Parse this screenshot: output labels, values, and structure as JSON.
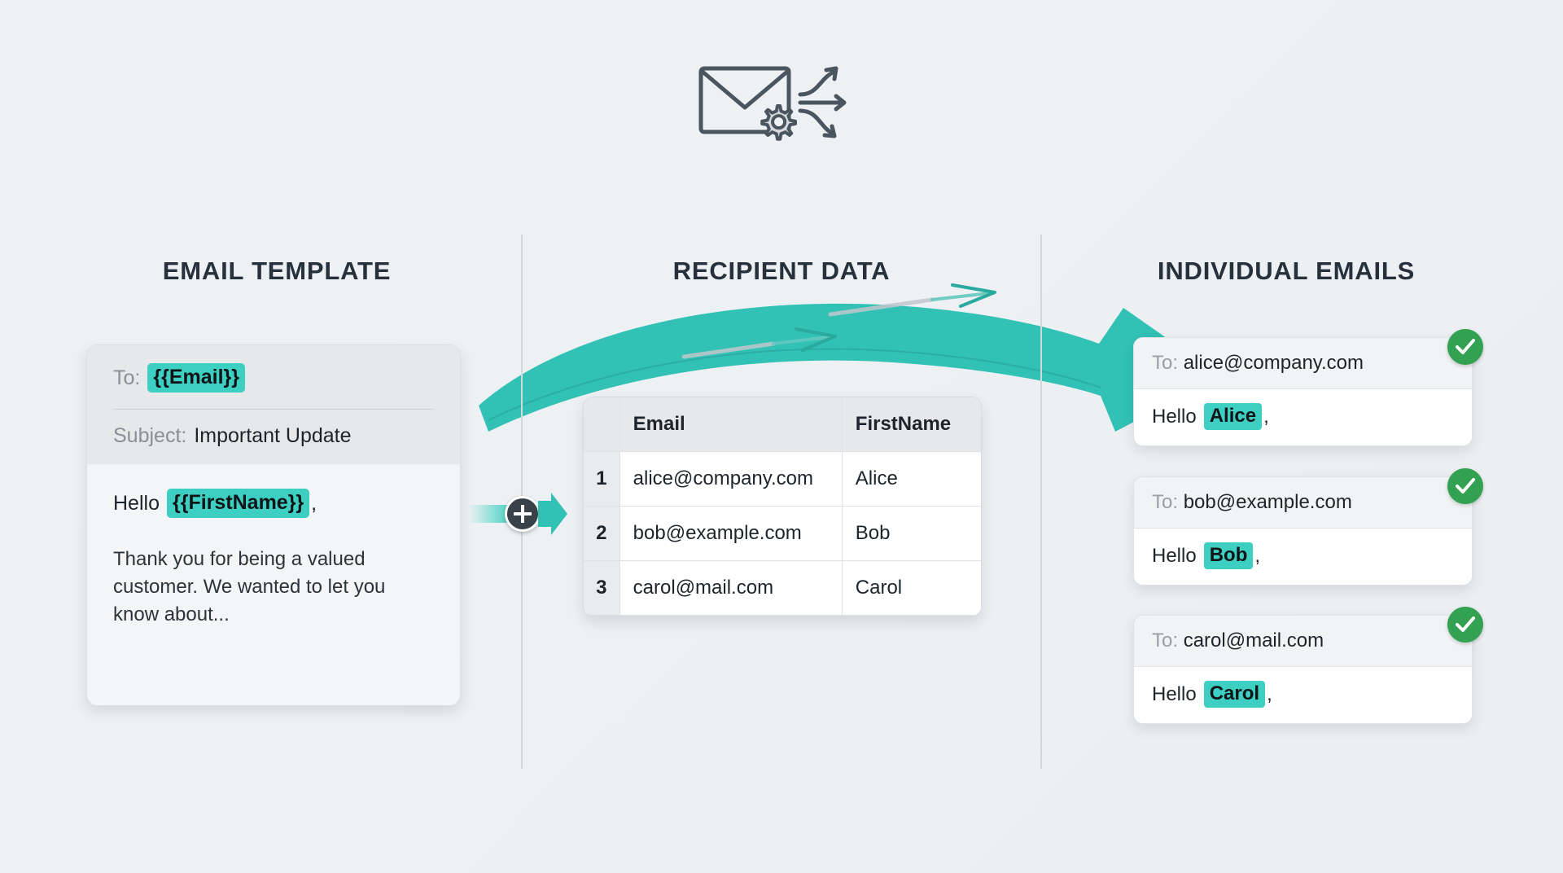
{
  "header": {
    "icon": "envelope-gear-distribute-icon"
  },
  "columns": {
    "template_heading": "EMAIL TEMPLATE",
    "data_heading": "RECIPIENT DATA",
    "emails_heading": "INDIVIDUAL EMAILS"
  },
  "template": {
    "to_label": "To:",
    "to_token": "{{Email}}",
    "subject_label": "Subject:",
    "subject_value": "Important Update",
    "greeting_prefix": "Hello",
    "greeting_token": "{{FirstName}}",
    "greeting_comma": ",",
    "body_text": "Thank you for being a valued customer. We wanted to let you know about..."
  },
  "merge": {
    "plus_label": "+",
    "icon": "plus-merge-icon",
    "arrow_icon": "arrow-right-icon"
  },
  "recipients": {
    "headers": [
      "",
      "Email",
      "FirstName"
    ],
    "rows": [
      {
        "num": "1",
        "email": "alice@company.com",
        "firstname": "Alice"
      },
      {
        "num": "2",
        "email": "bob@example.com",
        "firstname": "Bob"
      },
      {
        "num": "3",
        "email": "carol@mail.com",
        "firstname": "Carol"
      }
    ]
  },
  "emails": [
    {
      "to_label": "To:",
      "to_value": "alice@company.com",
      "greeting_prefix": "Hello",
      "greeting_name": "Alice",
      "greeting_comma": ",",
      "status_icon": "check-circle-icon"
    },
    {
      "to_label": "To:",
      "to_value": "bob@example.com",
      "greeting_prefix": "Hello",
      "greeting_name": "Bob",
      "greeting_comma": ",",
      "status_icon": "check-circle-icon"
    },
    {
      "to_label": "To:",
      "to_value": "carol@mail.com",
      "greeting_prefix": "Hello",
      "greeting_name": "Carol",
      "greeting_comma": ",",
      "status_icon": "check-circle-icon"
    }
  ],
  "colors": {
    "background": "#eef1f4",
    "teal_accent": "#3ccfc2",
    "teal_arrow": "#2fbdb0",
    "green_check": "#33a152",
    "heading_text": "#26313c",
    "divider": "#d2d7dc",
    "plus_node": "#3a4249"
  }
}
